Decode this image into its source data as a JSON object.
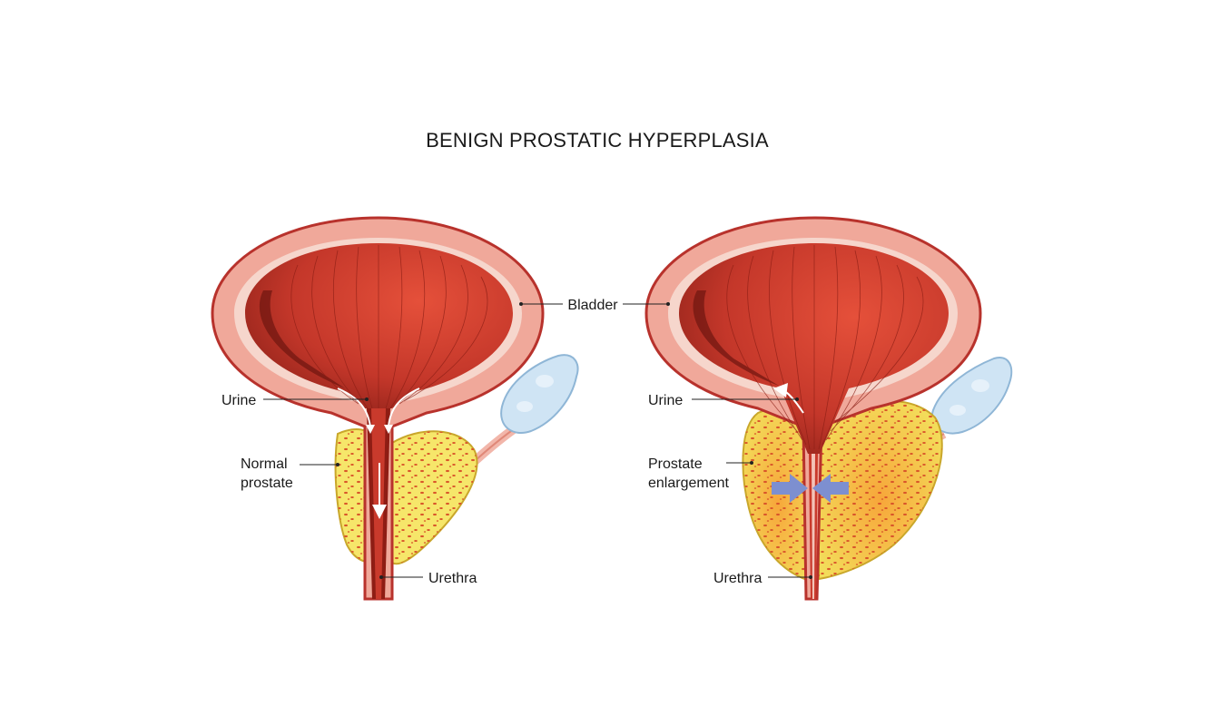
{
  "title": "BENIGN PROSTATIC HYPERPLASIA",
  "labels": {
    "bladder": "Bladder",
    "left_urine": "Urine",
    "left_normal_line1": "Normal",
    "left_normal_line2": "prostate",
    "left_urethra": "Urethra",
    "right_urine": "Urine",
    "right_prostate_line1": "Prostate",
    "right_prostate_line2": "enlargement",
    "right_urethra": "Urethra"
  },
  "colors": {
    "bladder_wall": "#f0a89a",
    "bladder_outline": "#b8322c",
    "muscle": "#c93a2c",
    "muscle_dark": "#7a1a14",
    "prostate": "#f6e66a",
    "prostate_enlarged": "#f5b83a",
    "prostate_dots": "#d9562a",
    "seminal_vesicle": "#c9e2f3",
    "compression_arrow": "#7d8fd0"
  }
}
